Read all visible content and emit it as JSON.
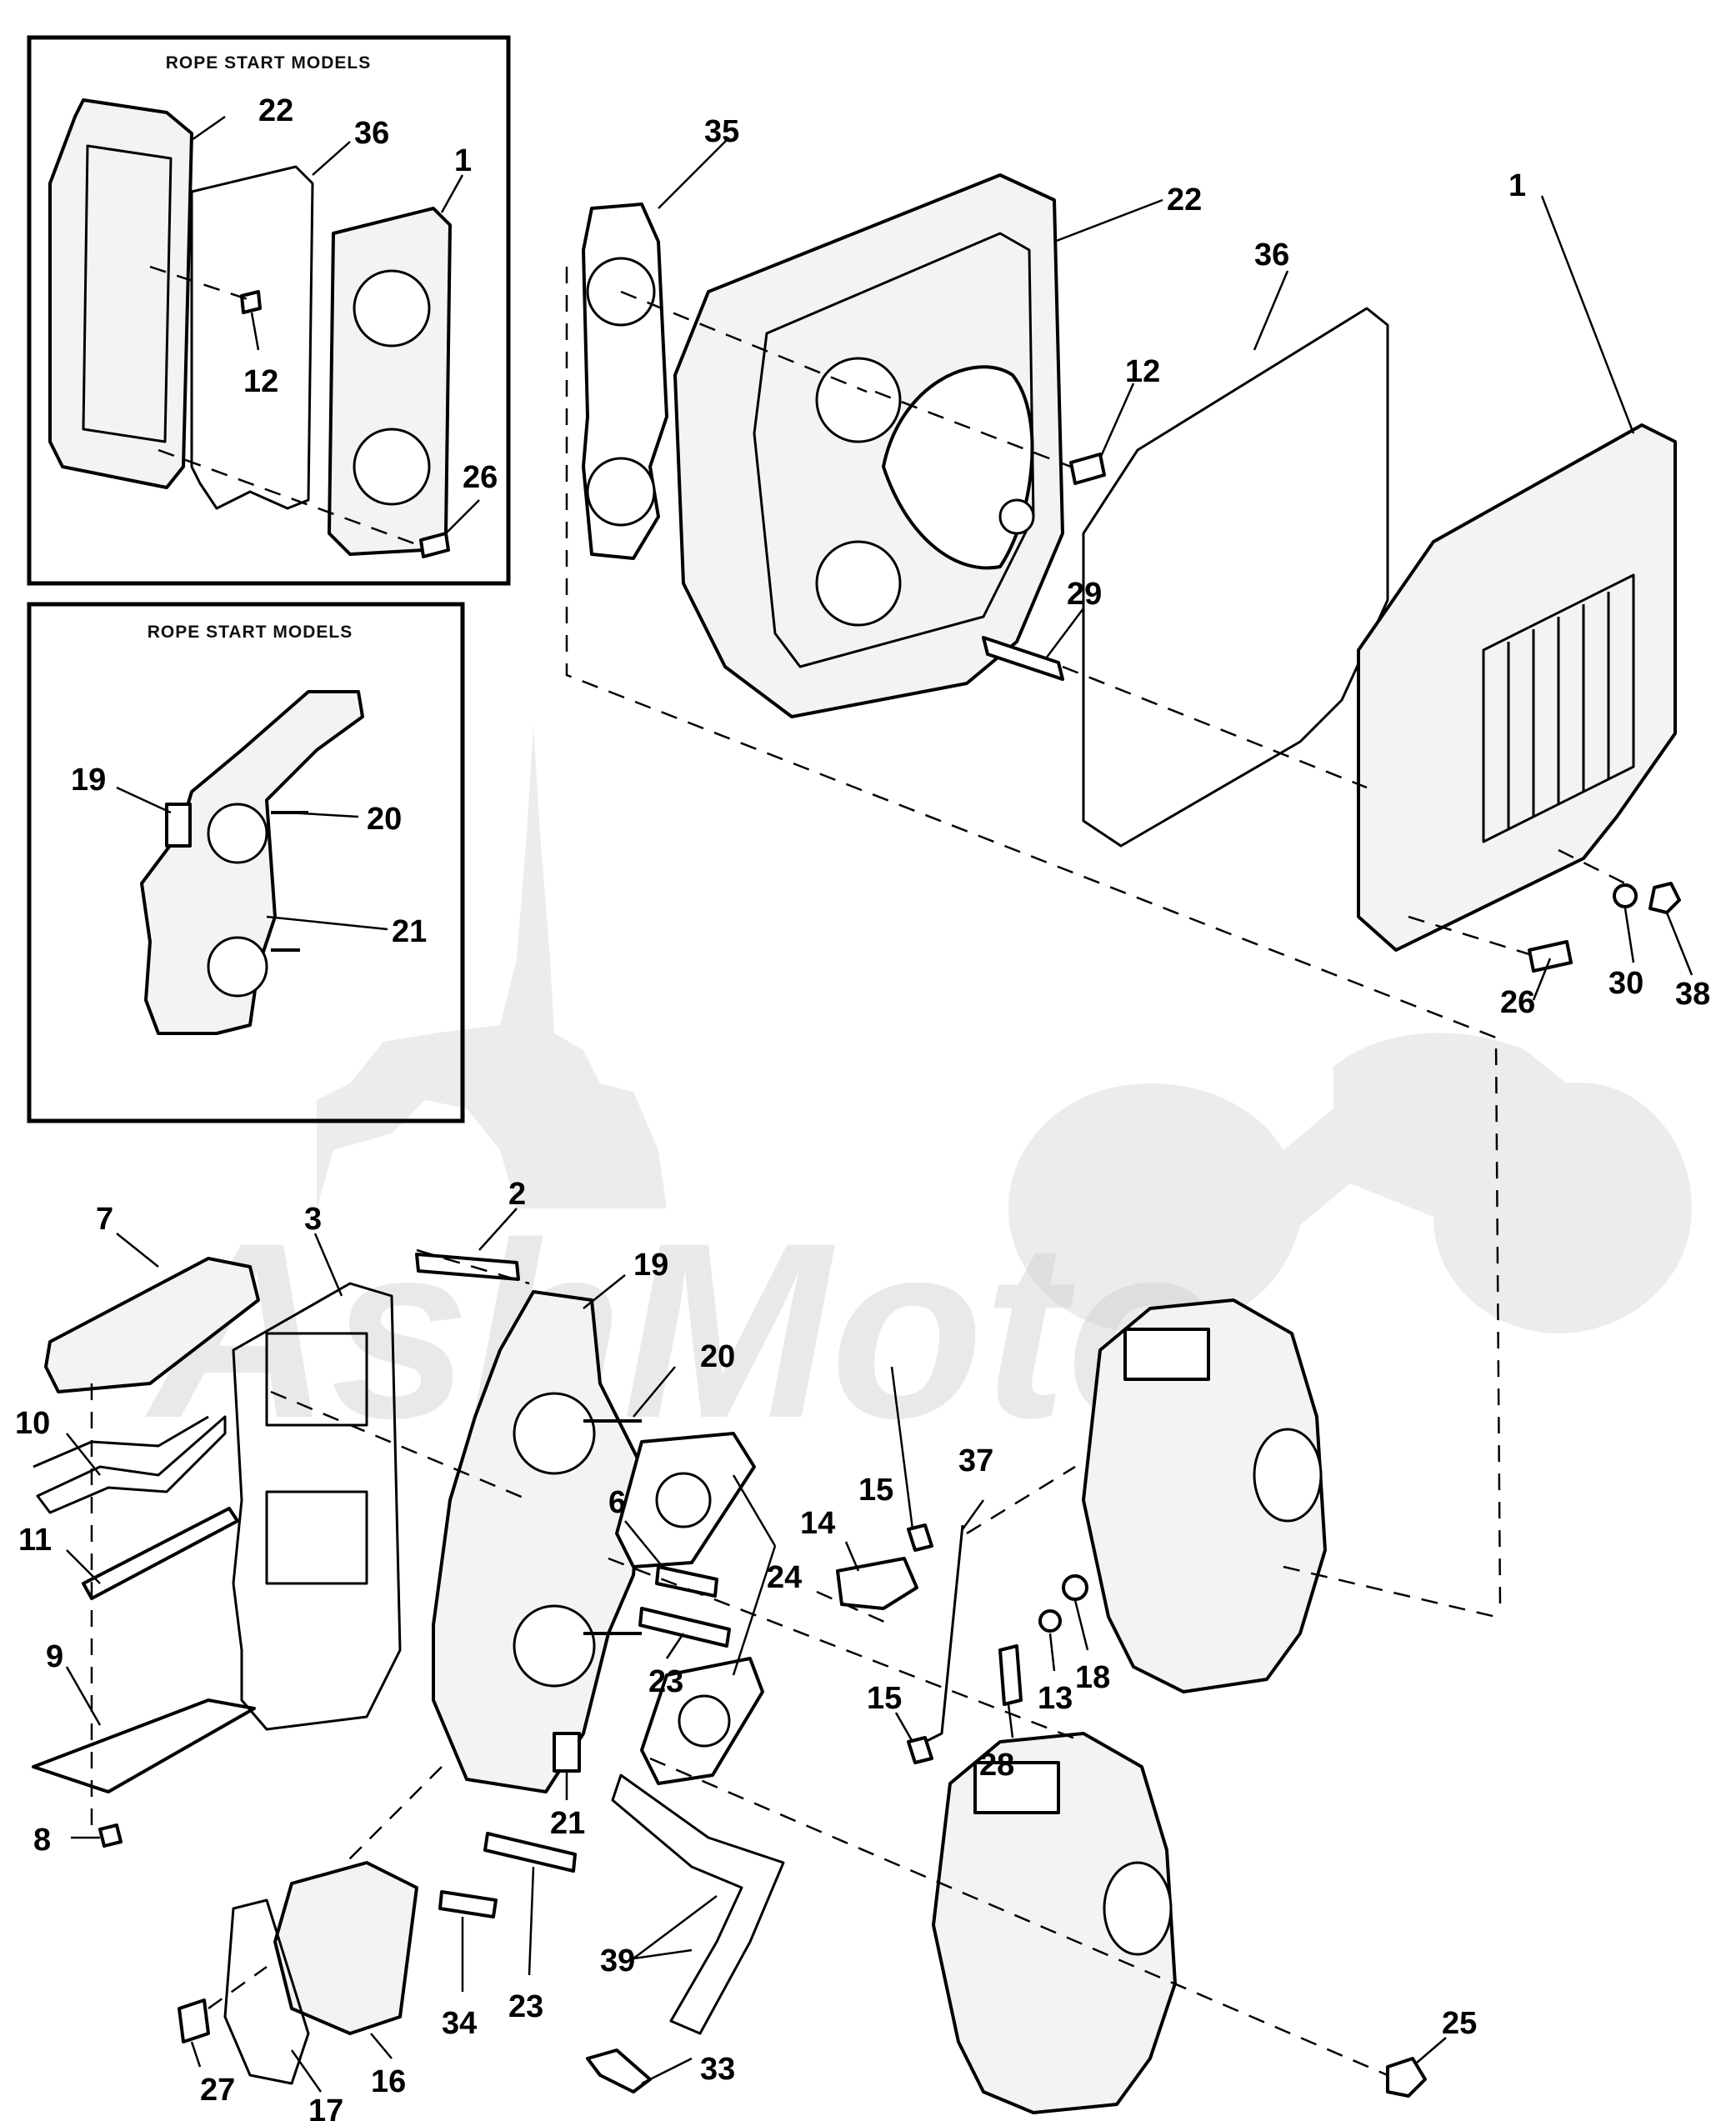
{
  "insets": [
    {
      "title": "ROPE START MODELS"
    },
    {
      "title": "ROPE START MODELS"
    }
  ],
  "watermark": {
    "text": "AshMoto"
  },
  "callouts": {
    "c1": "22",
    "c2": "36",
    "c3": "1",
    "c4": "12",
    "c5": "26",
    "c6": "19",
    "c7": "20",
    "c8": "21",
    "c9": "35",
    "c10": "22",
    "c11": "36",
    "c12": "1",
    "c13": "12",
    "c14": "29",
    "c15": "26",
    "c16": "30",
    "c17": "38",
    "c18": "7",
    "c19": "3",
    "c20": "2",
    "c21": "19",
    "c22": "20",
    "c23": "10",
    "c24": "11",
    "c25": "9",
    "c26": "8",
    "c27": "6",
    "c28": "24",
    "c29": "23",
    "c30": "21",
    "c31": "15",
    "c32": "37",
    "c33": "14",
    "c34": "15",
    "c35": "18",
    "c36": "13",
    "c37": "28",
    "c38": "39",
    "c39": "23",
    "c40": "34",
    "c41": "33",
    "c42": "27",
    "c43": "17",
    "c44": "16",
    "c45": "25"
  }
}
